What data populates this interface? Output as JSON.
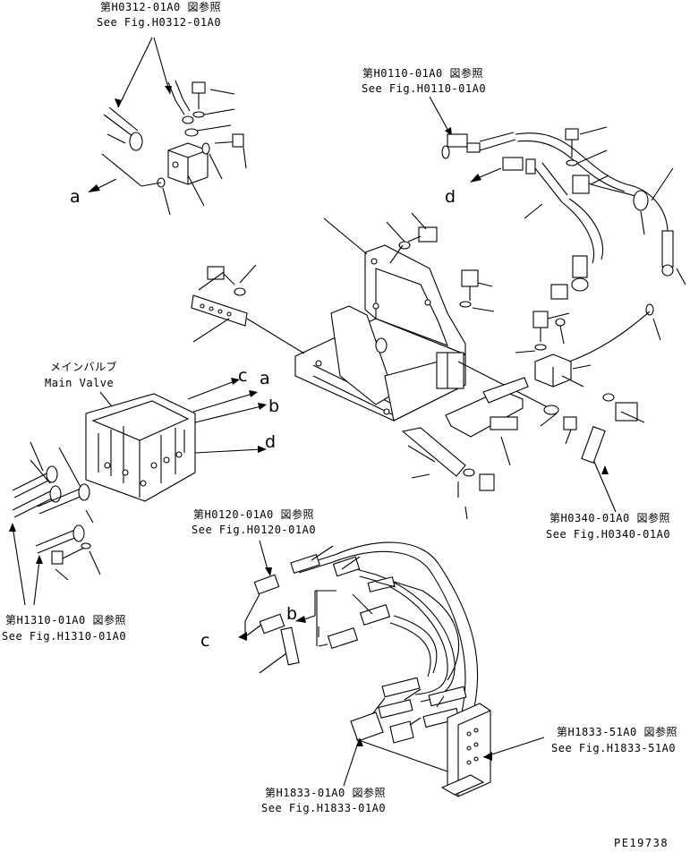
{
  "references": {
    "h0312": {
      "jp": "第H0312-01A0 図参照",
      "en": "See Fig.H0312-01A0"
    },
    "h0110": {
      "jp": "第H0110-01A0 図参照",
      "en": "See Fig.H0110-01A0"
    },
    "h0120": {
      "jp": "第H0120-01A0 図参照",
      "en": "See Fig.H0120-01A0"
    },
    "h0340": {
      "jp": "第H0340-01A0 図参照",
      "en": "See Fig.H0340-01A0"
    },
    "h1310": {
      "jp": "第H1310-01A0 図参照",
      "en": "See Fig.H1310-01A0"
    },
    "h1833_51": {
      "jp": "第H1833-51A0 図参照",
      "en": "See Fig.H1833-51A0"
    },
    "h1833_01": {
      "jp": "第H1833-01A0 図参照",
      "en": "See Fig.H1833-01A0"
    }
  },
  "main_valve": {
    "jp": "メインバルブ",
    "en": "Main Valve"
  },
  "connection_letters": {
    "a": "a",
    "b": "b",
    "c": "c",
    "d": "d"
  },
  "drawing_id": "PE19738"
}
